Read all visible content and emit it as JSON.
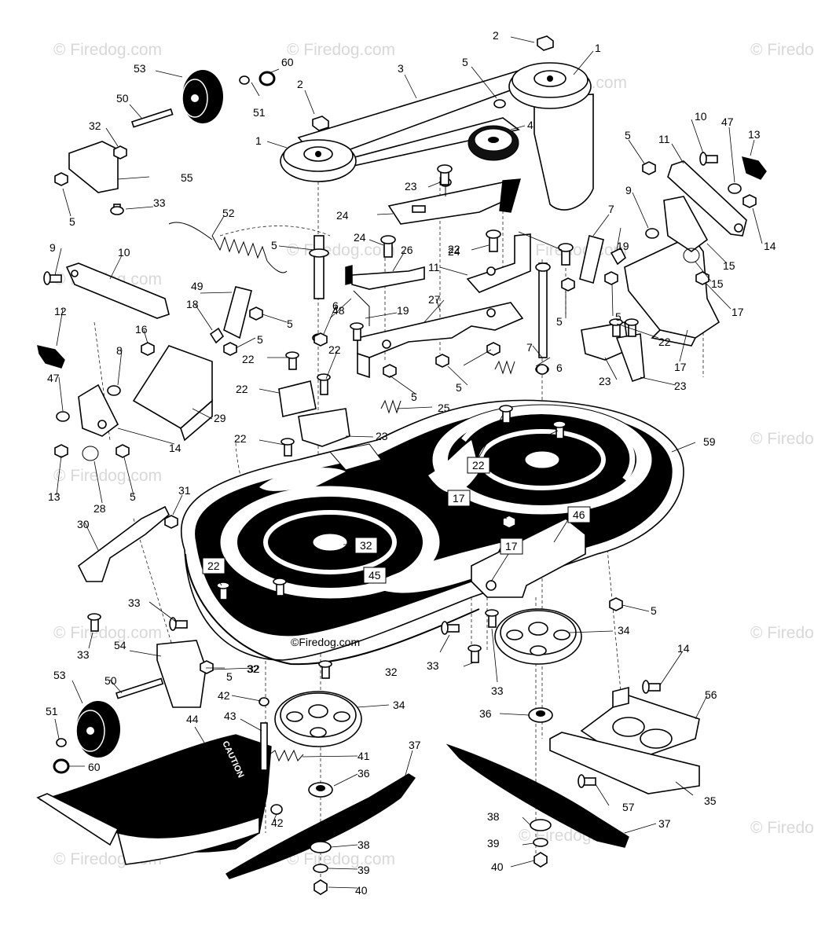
{
  "watermark": "© Firedog.com",
  "deck_watermark": "©Firedog.com",
  "decal_text": "CAUTION",
  "labels": [
    {
      "id": "l1a",
      "text": "1"
    },
    {
      "id": "l1b",
      "text": "1"
    },
    {
      "id": "l2a",
      "text": "2"
    },
    {
      "id": "l2b",
      "text": "2"
    },
    {
      "id": "l3",
      "text": "3"
    },
    {
      "id": "l4",
      "text": "4"
    },
    {
      "id": "l5a",
      "text": "5"
    },
    {
      "id": "l5b",
      "text": "5"
    },
    {
      "id": "l5c",
      "text": "5"
    },
    {
      "id": "l5d",
      "text": "5"
    },
    {
      "id": "l5e",
      "text": "5"
    },
    {
      "id": "l5f",
      "text": "5"
    },
    {
      "id": "l5g",
      "text": "5"
    },
    {
      "id": "l5h",
      "text": "5"
    },
    {
      "id": "l5i",
      "text": "5"
    },
    {
      "id": "l5j",
      "text": "5"
    },
    {
      "id": "l5k",
      "text": "5"
    },
    {
      "id": "l5l",
      "text": "5"
    },
    {
      "id": "l5m",
      "text": "5"
    },
    {
      "id": "l6a",
      "text": "6"
    },
    {
      "id": "l6b",
      "text": "6"
    },
    {
      "id": "l7a",
      "text": "7"
    },
    {
      "id": "l7b",
      "text": "7"
    },
    {
      "id": "l8",
      "text": "8"
    },
    {
      "id": "l9a",
      "text": "9"
    },
    {
      "id": "l9b",
      "text": "9"
    },
    {
      "id": "l10a",
      "text": "10"
    },
    {
      "id": "l10b",
      "text": "10"
    },
    {
      "id": "l11a",
      "text": "11"
    },
    {
      "id": "l11b",
      "text": "11"
    },
    {
      "id": "l12",
      "text": "12"
    },
    {
      "id": "l13a",
      "text": "13"
    },
    {
      "id": "l13b",
      "text": "13"
    },
    {
      "id": "l14a",
      "text": "14"
    },
    {
      "id": "l14b",
      "text": "14"
    },
    {
      "id": "l14c",
      "text": "14"
    },
    {
      "id": "l15a",
      "text": "15"
    },
    {
      "id": "l15b",
      "text": "15"
    },
    {
      "id": "l16",
      "text": "16"
    },
    {
      "id": "l17a",
      "text": "17"
    },
    {
      "id": "l17b",
      "text": "17"
    },
    {
      "id": "l18",
      "text": "18"
    },
    {
      "id": "l19a",
      "text": "19"
    },
    {
      "id": "l19b",
      "text": "19"
    },
    {
      "id": "l22a",
      "text": "22"
    },
    {
      "id": "l22b",
      "text": "22"
    },
    {
      "id": "l22c",
      "text": "22"
    },
    {
      "id": "l22d",
      "text": "22"
    },
    {
      "id": "l22e",
      "text": "22"
    },
    {
      "id": "l22f",
      "text": "22"
    },
    {
      "id": "l23a",
      "text": "23"
    },
    {
      "id": "l23b",
      "text": "23"
    },
    {
      "id": "l23c",
      "text": "23"
    },
    {
      "id": "l23d",
      "text": "23"
    },
    {
      "id": "l24a",
      "text": "24"
    },
    {
      "id": "l24b",
      "text": "24"
    },
    {
      "id": "l24c",
      "text": "24"
    },
    {
      "id": "l25",
      "text": "25"
    },
    {
      "id": "l26",
      "text": "26"
    },
    {
      "id": "l27",
      "text": "27"
    },
    {
      "id": "l28",
      "text": "28"
    },
    {
      "id": "l29",
      "text": "29"
    },
    {
      "id": "l30",
      "text": "30"
    },
    {
      "id": "l31",
      "text": "31"
    },
    {
      "id": "l32a",
      "text": "32"
    },
    {
      "id": "l32b",
      "text": "32"
    },
    {
      "id": "l32c",
      "text": "32"
    },
    {
      "id": "l32d",
      "text": "32"
    },
    {
      "id": "l33a",
      "text": "33"
    },
    {
      "id": "l33b",
      "text": "33"
    },
    {
      "id": "l33c",
      "text": "33"
    },
    {
      "id": "l33d",
      "text": "33"
    },
    {
      "id": "l33e",
      "text": "33"
    },
    {
      "id": "l33f",
      "text": "33"
    },
    {
      "id": "l34a",
      "text": "34"
    },
    {
      "id": "l34b",
      "text": "34"
    },
    {
      "id": "l35",
      "text": "35"
    },
    {
      "id": "l36a",
      "text": "36"
    },
    {
      "id": "l36b",
      "text": "36"
    },
    {
      "id": "l37a",
      "text": "37"
    },
    {
      "id": "l37b",
      "text": "37"
    },
    {
      "id": "l38a",
      "text": "38"
    },
    {
      "id": "l38b",
      "text": "38"
    },
    {
      "id": "l39a",
      "text": "39"
    },
    {
      "id": "l39b",
      "text": "39"
    },
    {
      "id": "l40a",
      "text": "40"
    },
    {
      "id": "l40b",
      "text": "40"
    },
    {
      "id": "l41",
      "text": "41"
    },
    {
      "id": "l42a",
      "text": "42"
    },
    {
      "id": "l42b",
      "text": "42"
    },
    {
      "id": "l43",
      "text": "43"
    },
    {
      "id": "l44",
      "text": "44"
    },
    {
      "id": "l47a",
      "text": "47"
    },
    {
      "id": "l47b",
      "text": "47"
    },
    {
      "id": "l48",
      "text": "48"
    },
    {
      "id": "l49",
      "text": "49"
    },
    {
      "id": "l50a",
      "text": "50"
    },
    {
      "id": "l50b",
      "text": "50"
    },
    {
      "id": "l51a",
      "text": "51"
    },
    {
      "id": "l51b",
      "text": "51"
    },
    {
      "id": "l52",
      "text": "52"
    },
    {
      "id": "l53a",
      "text": "53"
    },
    {
      "id": "l53b",
      "text": "53"
    },
    {
      "id": "l54",
      "text": "54"
    },
    {
      "id": "l55",
      "text": "55"
    },
    {
      "id": "l56",
      "text": "56"
    },
    {
      "id": "l57",
      "text": "57"
    },
    {
      "id": "l59",
      "text": "59"
    },
    {
      "id": "l60a",
      "text": "60"
    },
    {
      "id": "l60b",
      "text": "60"
    }
  ],
  "boxed_labels": [
    {
      "id": "b17a",
      "text": "17"
    },
    {
      "id": "b17b",
      "text": "17"
    },
    {
      "id": "b22a",
      "text": "22"
    },
    {
      "id": "b22b",
      "text": "22"
    },
    {
      "id": "b32",
      "text": "32"
    },
    {
      "id": "b45",
      "text": "45"
    },
    {
      "id": "b46",
      "text": "46"
    }
  ]
}
